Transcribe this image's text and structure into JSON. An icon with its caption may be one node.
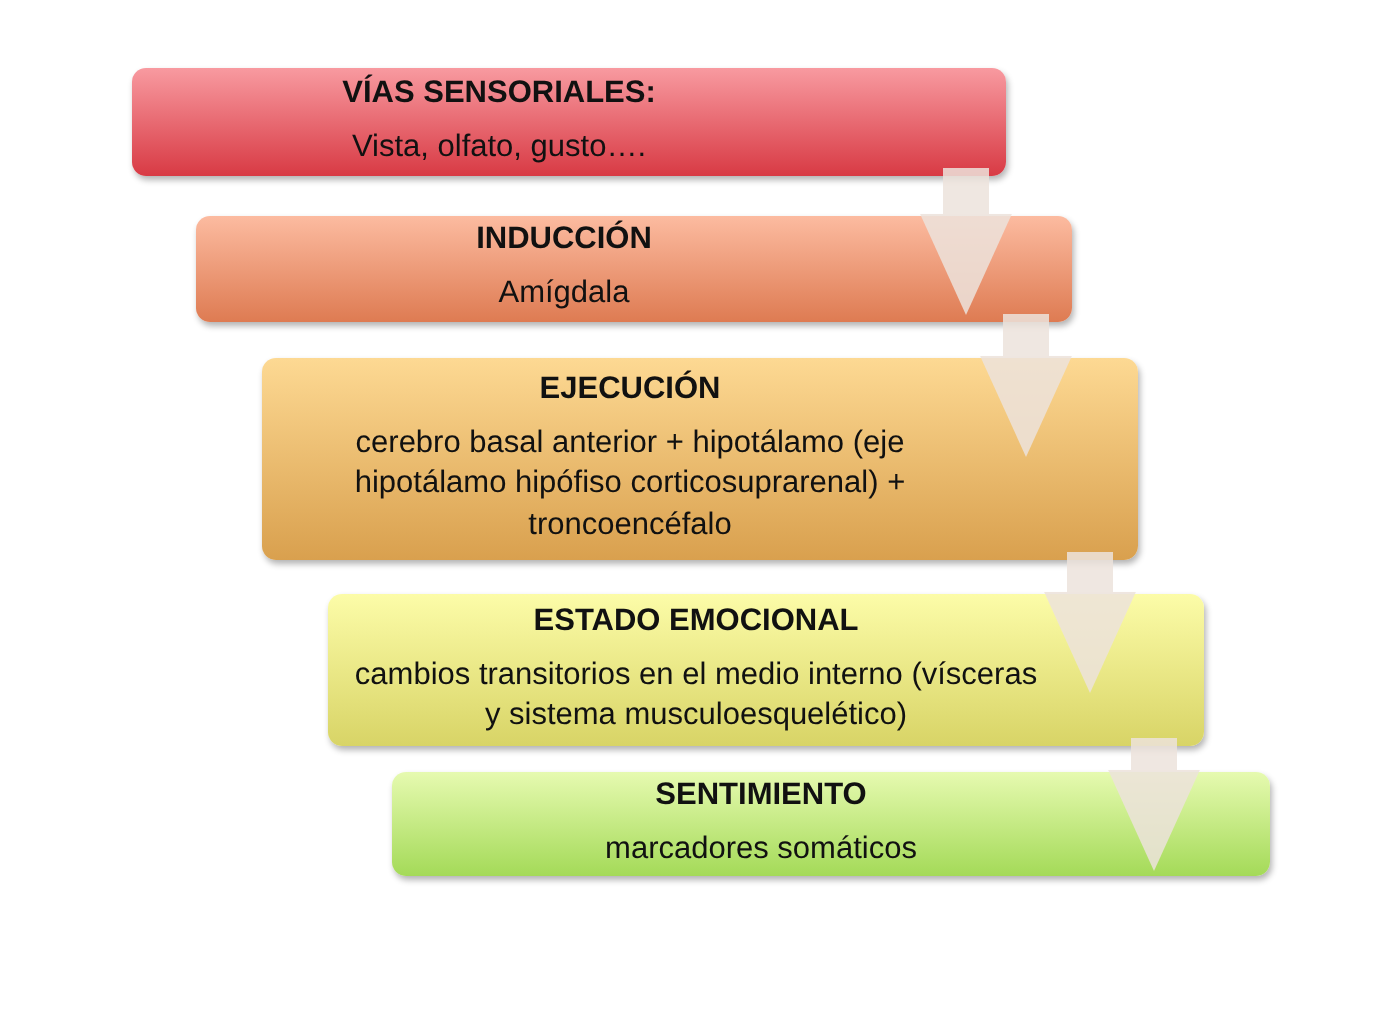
{
  "diagram": {
    "nodes": [
      {
        "text": [
          "VÍAS SENSORIALES:",
          "Vista, olfato, gusto…."
        ]
      },
      {
        "text": [
          "INDUCCIÓN",
          "Amígdala"
        ]
      },
      {
        "text": [
          "EJECUCIÓN",
          "cerebro basal anterior + hipotálamo (eje hipotálamo hipófiso corticosuprarenal) + troncoencéfalo"
        ]
      },
      {
        "text": [
          "ESTADO EMOCIONAL",
          "cambios transitorios en el medio interno (vísceras y sistema musculoesquelético)"
        ]
      },
      {
        "text": [
          "SENTIMIENTO",
          "marcadores somáticos"
        ]
      }
    ],
    "edges": [
      {
        "from": 0,
        "to": 1,
        "arrow": "to"
      },
      {
        "from": 1,
        "to": 2,
        "arrow": "to"
      },
      {
        "from": 2,
        "to": 3,
        "arrow": "to"
      },
      {
        "from": 3,
        "to": 4,
        "arrow": "to"
      }
    ]
  }
}
